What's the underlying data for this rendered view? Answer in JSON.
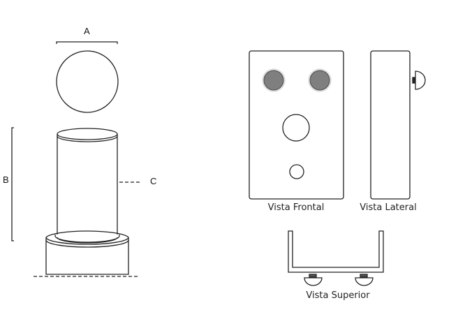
{
  "dimensions": {
    "a": "A",
    "b": "B",
    "c": "C"
  },
  "views": {
    "front": "Vista Frontal",
    "side": "Vista Lateral",
    "top": "Vista Superior"
  },
  "colors": {
    "stroke": "#222222",
    "indicator": "#7f7f7f"
  }
}
